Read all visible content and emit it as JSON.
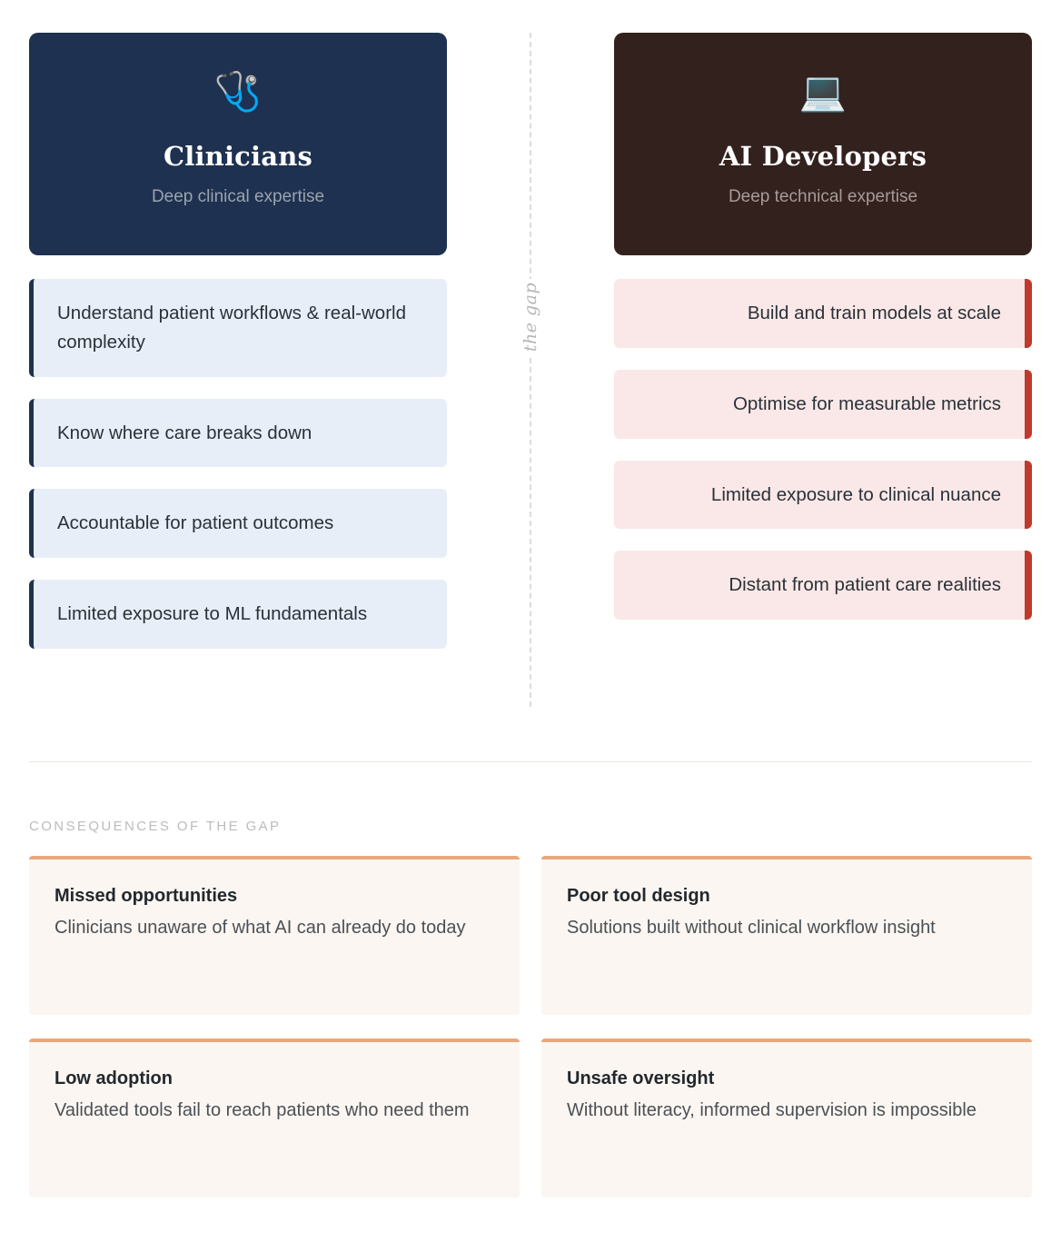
{
  "columns": {
    "left": {
      "icon": "stethoscope-icon",
      "icon_glyph": "🩺",
      "title": "Clinicians",
      "subtitle": "Deep clinical expertise",
      "bg_color": "#1e3150",
      "accent_color": "#1e3150",
      "card_color": "#e7eef7",
      "traits": [
        "Understand patient workflows & real-world complexity",
        "Know where care breaks down",
        "Accountable for patient outcomes",
        "Limited exposure to ML fundamentals"
      ]
    },
    "right": {
      "icon": "laptop-icon",
      "icon_glyph": "💻",
      "title": "AI Developers",
      "subtitle": "Deep technical expertise",
      "bg_color": "#33211e",
      "accent_color": "#c0392b",
      "card_color": "#f9e8e7",
      "traits": [
        "Build and train models at scale",
        "Optimise for measurable metrics",
        "Limited exposure to clinical nuance",
        "Distant from patient care realities"
      ]
    }
  },
  "divider": {
    "label": "the gap",
    "line_color": "#dcdcdc"
  },
  "consequences": {
    "section_label": "CONSEQUENCES OF THE GAP",
    "accent_color": "#e9a87c",
    "card_color": "#fbf6f1",
    "items": [
      {
        "title": "Missed opportunities",
        "body": "Clinicians unaware of what AI can already do today"
      },
      {
        "title": "Poor tool design",
        "body": "Solutions built without clinical workflow insight"
      },
      {
        "title": "Low adoption",
        "body": "Validated tools fail to reach patients who need them"
      },
      {
        "title": "Unsafe oversight",
        "body": "Without literacy, informed supervision is impossible"
      }
    ]
  }
}
